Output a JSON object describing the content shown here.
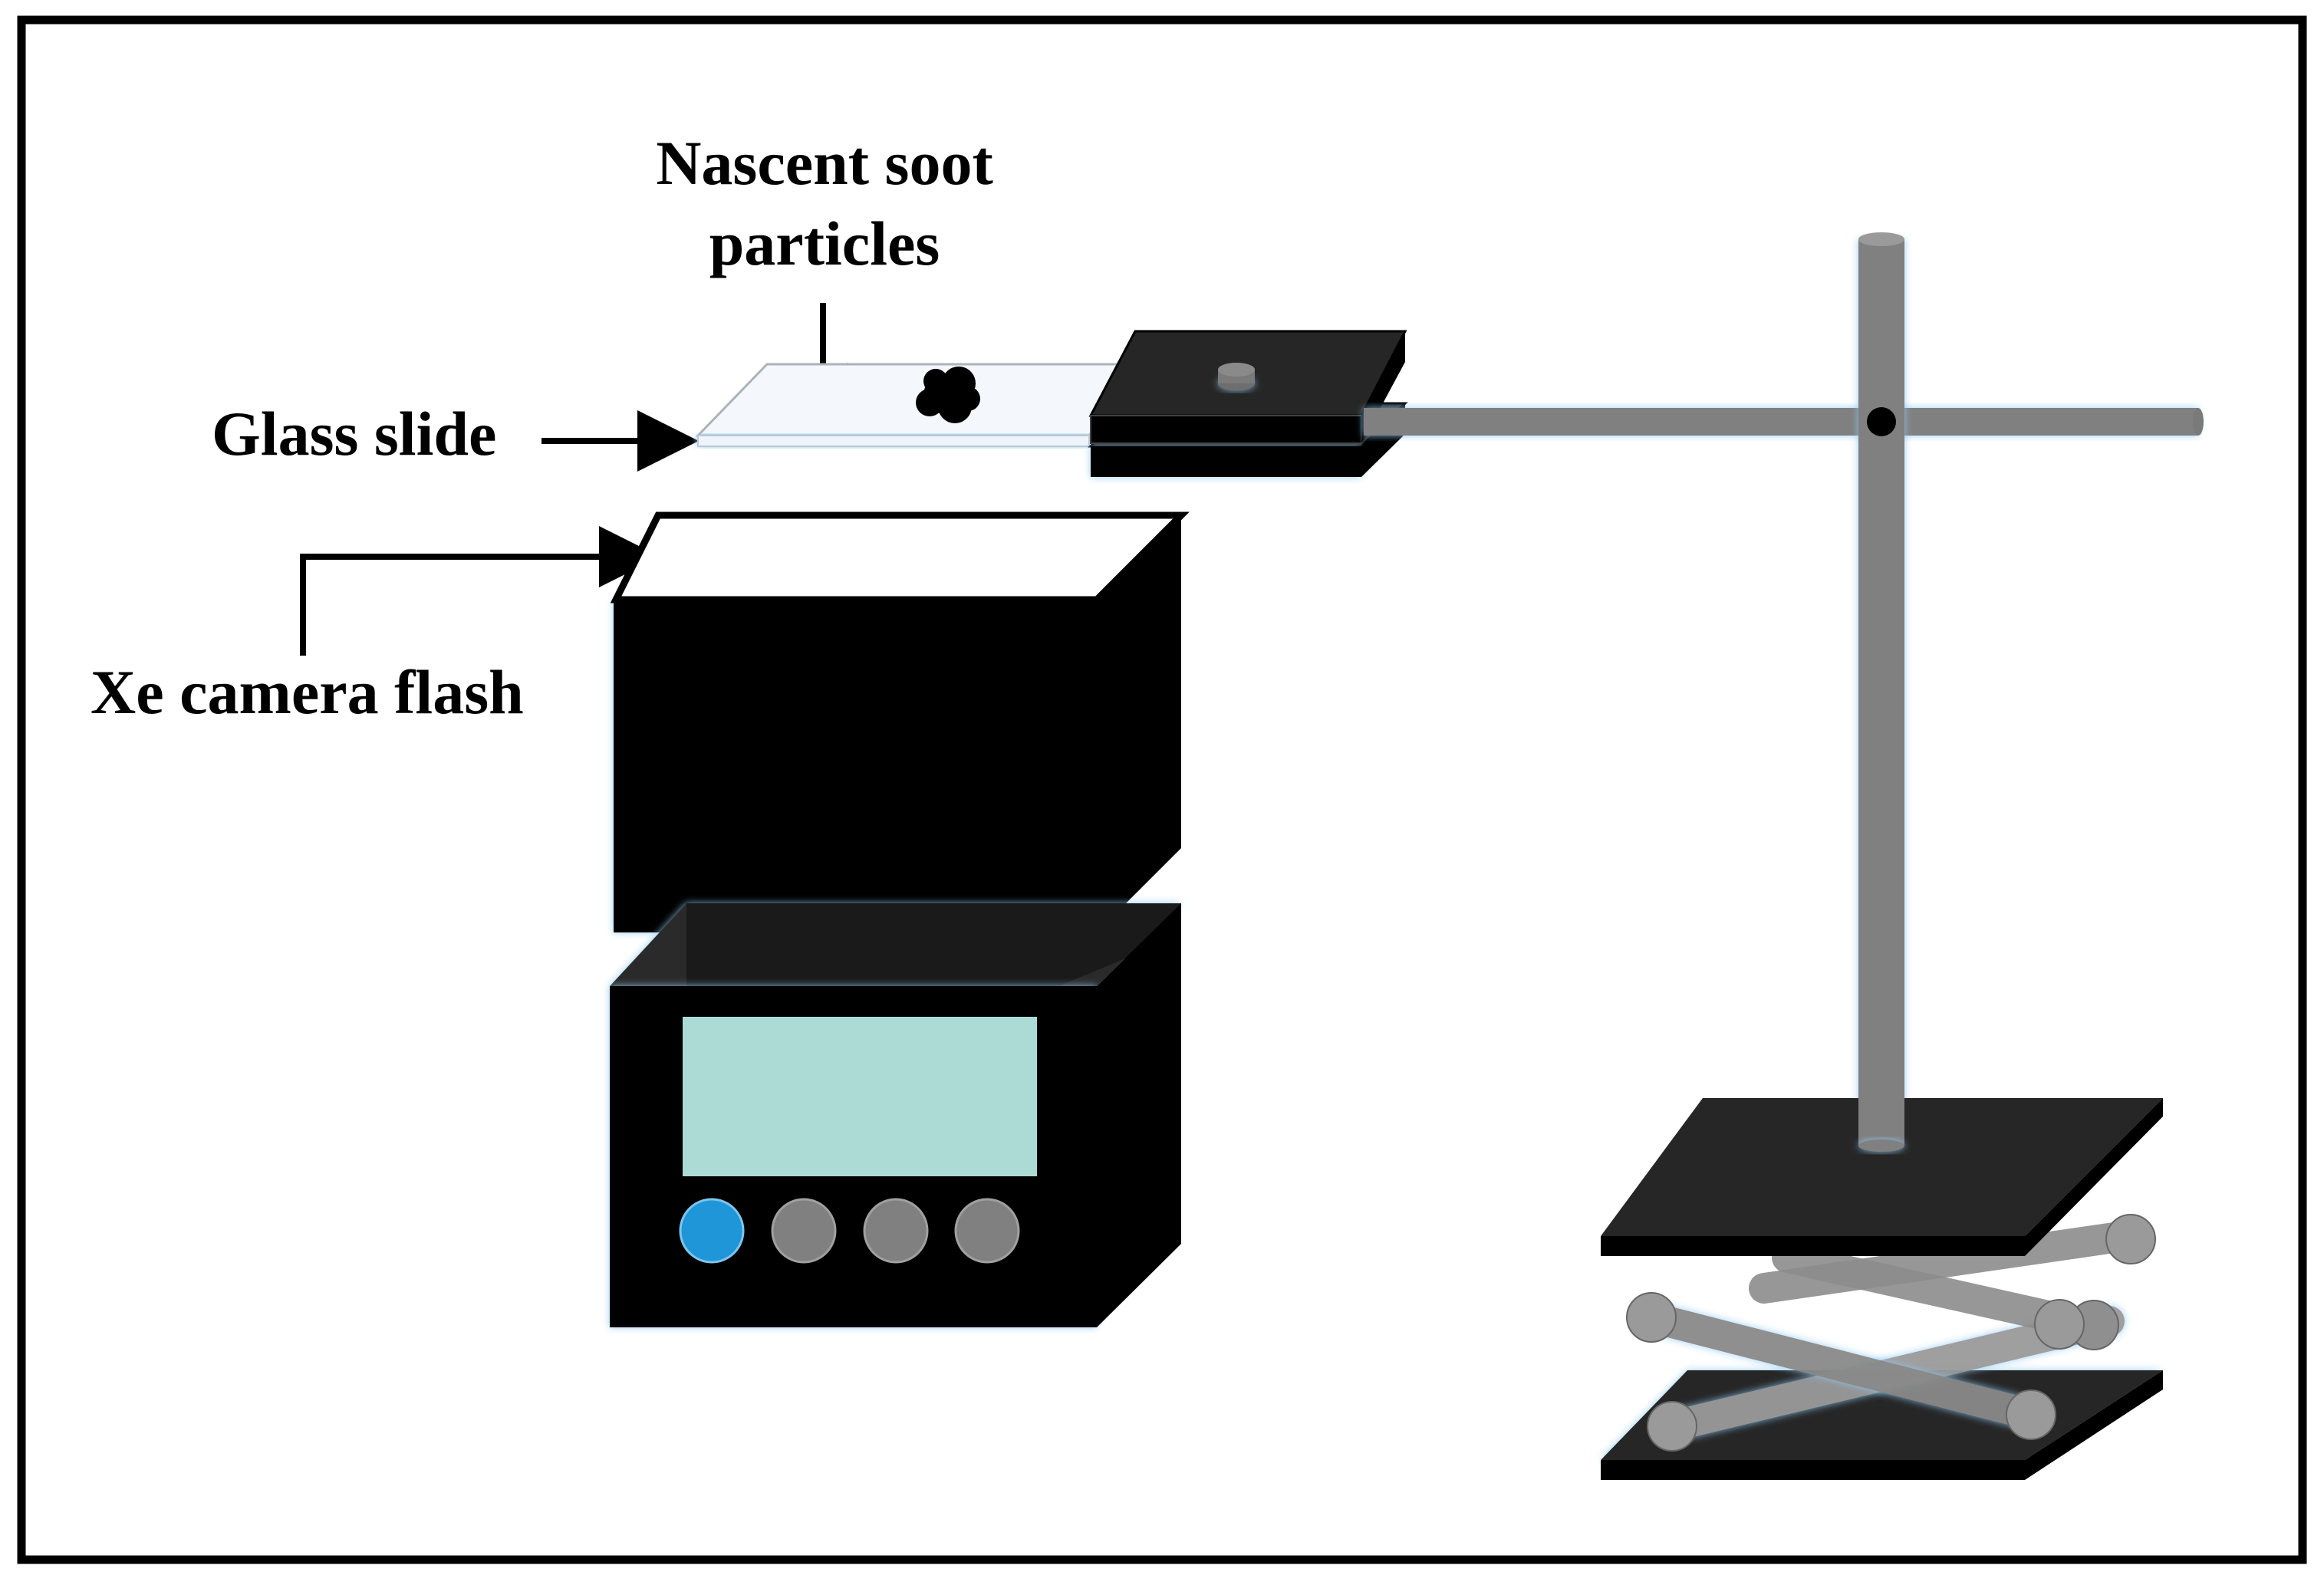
{
  "labels": {
    "nascent_line1": "Nascent soot",
    "nascent_line2": "particles",
    "glass_slide": "Glass slide",
    "xe_flash": "Xe camera flash"
  },
  "colors": {
    "frame": "#000000",
    "box": "#000000",
    "rod": "#808080",
    "platform": "#262626",
    "screen": "#acdad5",
    "button_active": "#1e96d8",
    "button": "#808080",
    "glow": "#8ec8f0"
  },
  "icons": {
    "soot": "soot-cluster",
    "arrow": "arrowhead"
  }
}
